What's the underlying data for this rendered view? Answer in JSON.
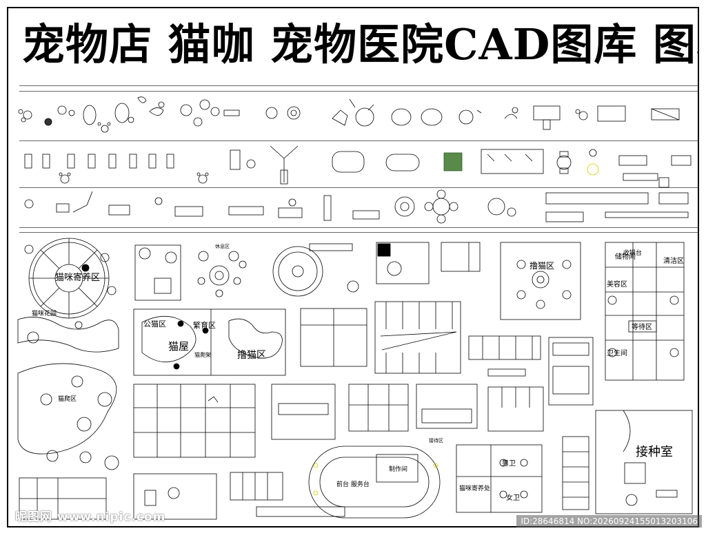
{
  "title": "宠物店 猫咖 宠物医院CAD图库 图块",
  "labels": {
    "cat_boarding": "猫咪寄养区",
    "cat_climb": "猫咪花园",
    "petting_cat": "撸猫区",
    "petting_cat2": "撸猫区",
    "cat_house": "猫屋",
    "cat_park": "猫爬架",
    "public_area": "公猫区",
    "rest_area": "休息区",
    "fitting": "接待区",
    "vaccination": "接种室",
    "male_toilet": "男卫",
    "female_toilet": "女卫",
    "cat_boarding2": "猫咪寄养处",
    "cashier": "收银台",
    "beauty": "美容区",
    "storage": "储物间",
    "wait": "等待区",
    "clean": "清洁区",
    "hygiene": "卫生间",
    "front_desk": "前台 服务台",
    "make_area": "制作间",
    "play_area": "猫爬区",
    "breed": "繁育区"
  },
  "watermark_left": "昵图网 www.nipic.com",
  "watermark_right": "ID:28646814 NO:20260924155013203106"
}
